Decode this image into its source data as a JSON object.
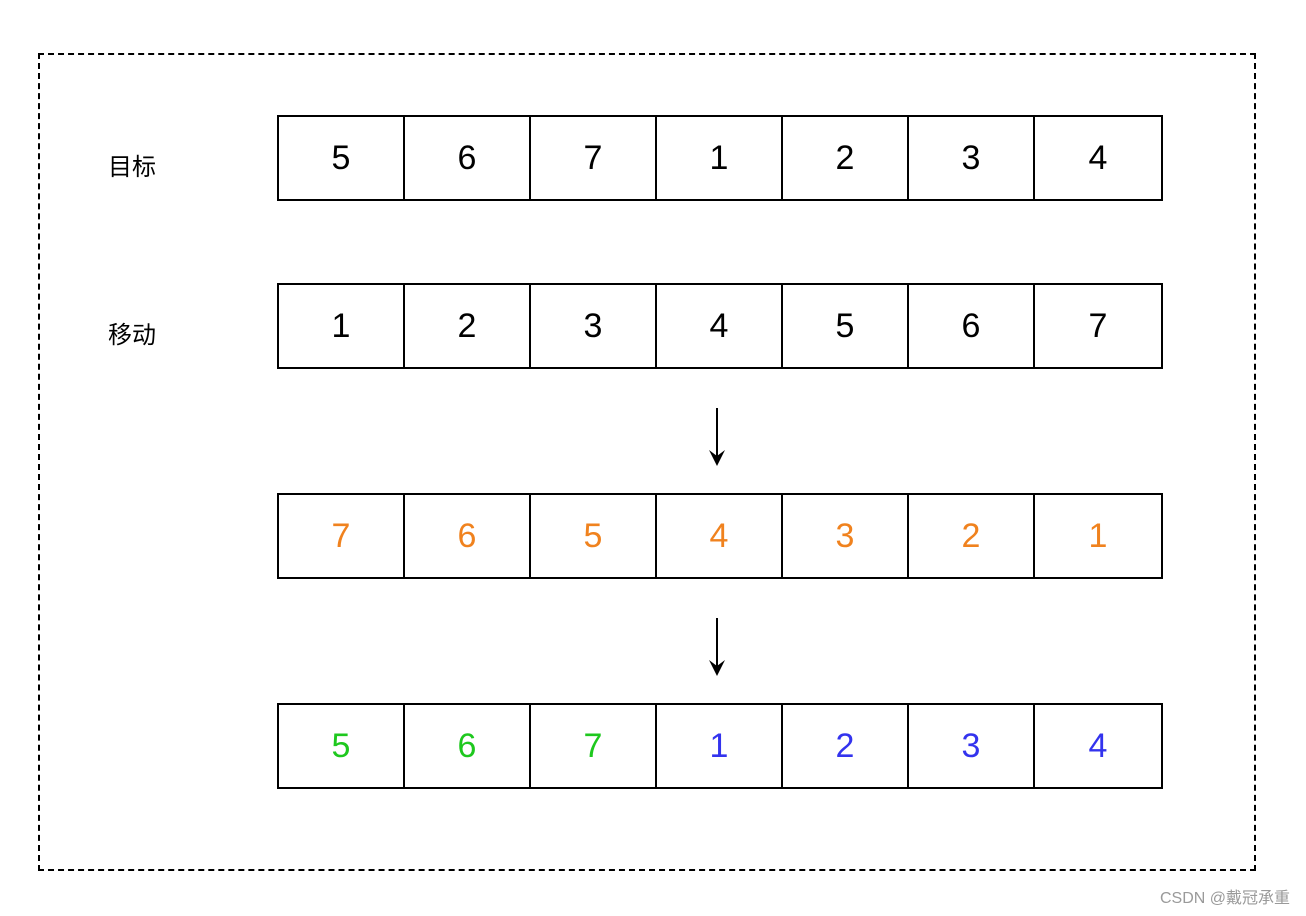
{
  "labels": {
    "target": "目标",
    "move": "移动"
  },
  "rows": [
    {
      "name": "target",
      "values": [
        "5",
        "6",
        "7",
        "1",
        "2",
        "3",
        "4"
      ],
      "colors": [
        "#000000",
        "#000000",
        "#000000",
        "#000000",
        "#000000",
        "#000000",
        "#000000"
      ]
    },
    {
      "name": "move",
      "values": [
        "1",
        "2",
        "3",
        "4",
        "5",
        "6",
        "7"
      ],
      "colors": [
        "#000000",
        "#000000",
        "#000000",
        "#000000",
        "#000000",
        "#000000",
        "#000000"
      ]
    },
    {
      "name": "reversed",
      "values": [
        "7",
        "6",
        "5",
        "4",
        "3",
        "2",
        "1"
      ],
      "colors": [
        "#f0821e",
        "#f0821e",
        "#f0821e",
        "#f0821e",
        "#f0821e",
        "#f0821e",
        "#f0821e"
      ]
    },
    {
      "name": "result",
      "values": [
        "5",
        "6",
        "7",
        "1",
        "2",
        "3",
        "4"
      ],
      "colors": [
        "#1ec81e",
        "#1ec81e",
        "#1ec81e",
        "#3333ee",
        "#3333ee",
        "#3333ee",
        "#3333ee"
      ]
    }
  ],
  "arrows": [
    "arrow-down-icon",
    "arrow-down-icon"
  ],
  "watermark": "CSDN @戴冠承重"
}
